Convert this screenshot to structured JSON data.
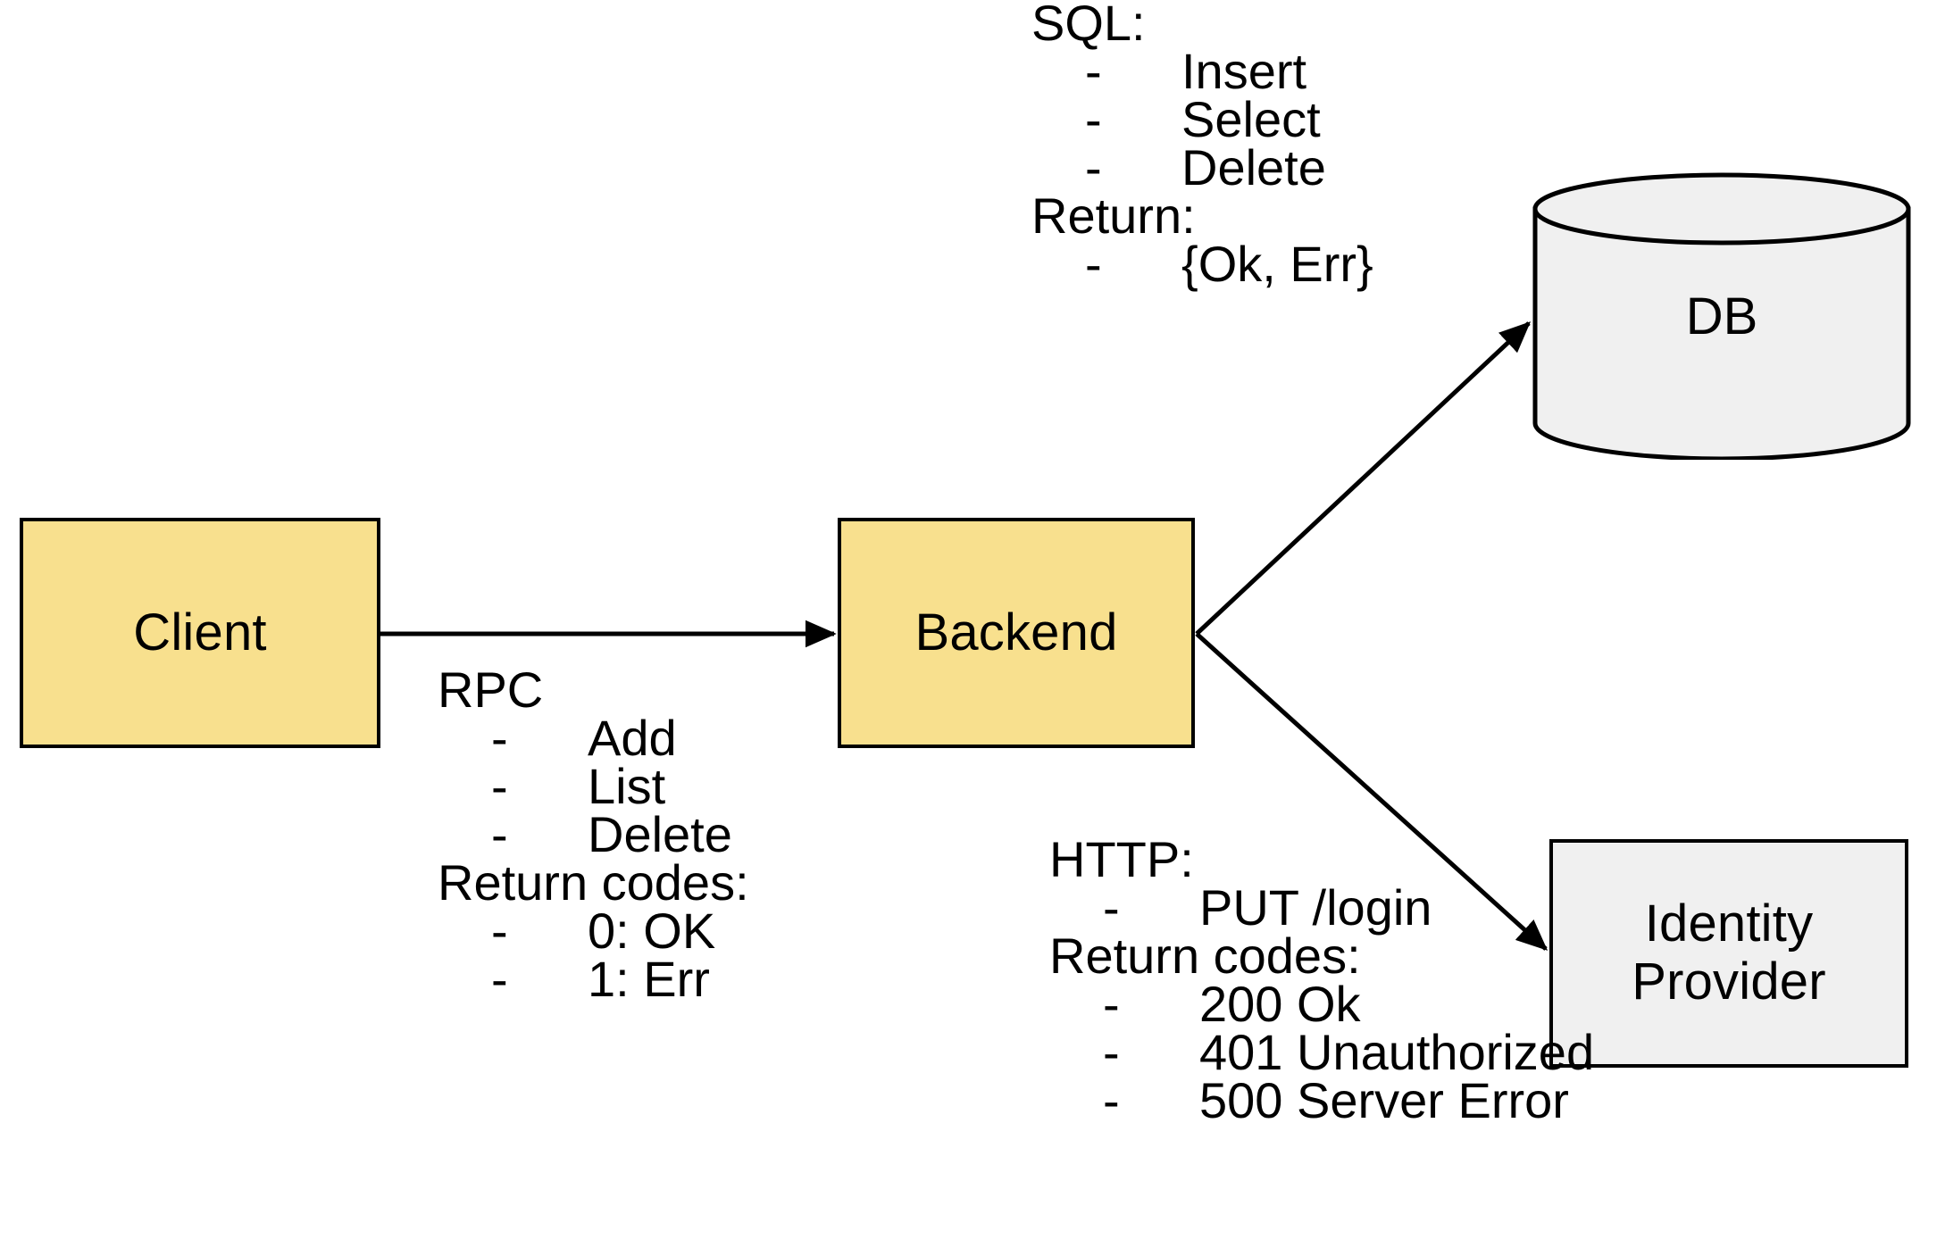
{
  "diagram": {
    "title": "Client-Backend-DB-IdentityProvider architecture",
    "colors": {
      "node_yellow": "#F8E08E",
      "node_gray": "#F0F0F0",
      "stroke": "#000000",
      "background": "#FFFFFF"
    }
  },
  "nodes": {
    "client": {
      "label": "Client",
      "shape": "rectangle",
      "fill": "#F8E08E"
    },
    "backend": {
      "label": "Backend",
      "shape": "rectangle",
      "fill": "#F8E08E"
    },
    "db": {
      "label": "DB",
      "shape": "cylinder",
      "fill": "#F0F0F0"
    },
    "identity_provider": {
      "label_line1": "Identity",
      "label_line2": "Provider",
      "shape": "rectangle",
      "fill": "#F0F0F0"
    }
  },
  "annotations": {
    "rpc": {
      "header": "RPC",
      "bullet": "-",
      "items": [
        "Add",
        "List",
        "Delete"
      ],
      "subheader": "Return codes:",
      "return_items": [
        "0: OK",
        "1: Err"
      ]
    },
    "sql": {
      "header": "SQL:",
      "bullet": "-",
      "items": [
        "Insert",
        "Select",
        "Delete"
      ],
      "subheader": "Return:",
      "return_items": [
        "{Ok, Err}"
      ]
    },
    "http": {
      "header": "HTTP:",
      "bullet": "-",
      "items": [
        "PUT /login"
      ],
      "subheader": "Return codes:",
      "return_items": [
        "200 Ok",
        "401 Unauthorized",
        "500 Server Error"
      ]
    }
  },
  "edges": [
    {
      "id": "client-to-backend",
      "from": "client",
      "to": "backend",
      "label_ref": "rpc",
      "arrowhead": "end"
    },
    {
      "id": "backend-to-db",
      "from": "backend",
      "to": "db",
      "label_ref": "sql",
      "arrowhead": "end"
    },
    {
      "id": "backend-to-idp",
      "from": "backend",
      "to": "identity_provider",
      "label_ref": "http",
      "arrowhead": "end"
    }
  ]
}
